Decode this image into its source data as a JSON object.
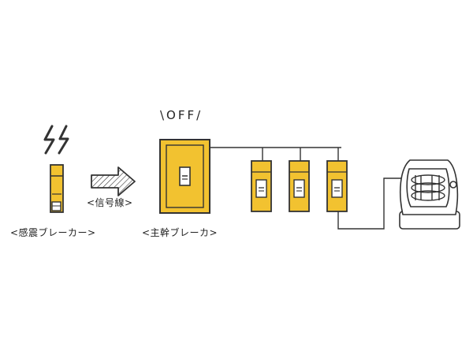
{
  "labels": {
    "off": "\\OFF/",
    "signal_line": "<信号線>",
    "seismic_breaker": "<感震ブレーカー>",
    "main_breaker": "<主幹ブレーカ>"
  },
  "colors": {
    "breaker_fill": "#f2c230",
    "outline": "#333333",
    "wire": "#333333",
    "arrow_hatch": "#333333"
  },
  "icons": {
    "earthquake": "lightning-bolt-icon",
    "sensor": "seismic-sensor-icon",
    "signal": "hatched-arrow-icon",
    "main_breaker": "main-breaker-panel-icon",
    "branch_breaker": "branch-breaker-icon",
    "appliance": "electric-heater-icon"
  },
  "branch_breakers": [
    {
      "id": "branch-1"
    },
    {
      "id": "branch-2"
    },
    {
      "id": "branch-3"
    }
  ]
}
